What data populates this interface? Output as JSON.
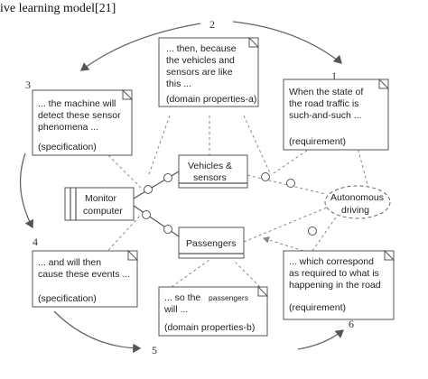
{
  "caption": "ive learning model[21]",
  "steps": {
    "s1": "1",
    "s2": "2",
    "s3": "3",
    "s4": "4",
    "s5": "5",
    "s6": "6"
  },
  "box_then": {
    "line1": "... then, because",
    "line2": "the vehicles and",
    "line3": "sensors are like",
    "line4": "this ...",
    "tag": "(domain properties-a)"
  },
  "box_requirement_top": {
    "line1": "When the state of",
    "line2": "the road traffic is",
    "line3": "such-and-such ...",
    "tag": "(requirement)"
  },
  "box_machine": {
    "line1": "... the machine will",
    "line2": "detect these sensor",
    "line3": "phenomena ...",
    "tag": "(specification)"
  },
  "box_events": {
    "line1": "... and will then",
    "line2": "cause these events ...",
    "tag": "(specification)"
  },
  "box_passengers": {
    "line1a": "... so the",
    "line1b": "passengers",
    "line2": "will ...",
    "tag": "(domain properties-b)"
  },
  "box_correspond": {
    "line1": "... which correspond",
    "line2": "as required to what is",
    "line3": "happening in the road",
    "tag": "(requirement)"
  },
  "domains": {
    "monitor_line1": "Monitor",
    "monitor_line2": "computer",
    "vehicles_line1": "Vehicles &",
    "vehicles_line2": "sensors",
    "passengers": "Passengers",
    "autonomous_line1": "Autonomous",
    "autonomous_line2": "driving"
  }
}
